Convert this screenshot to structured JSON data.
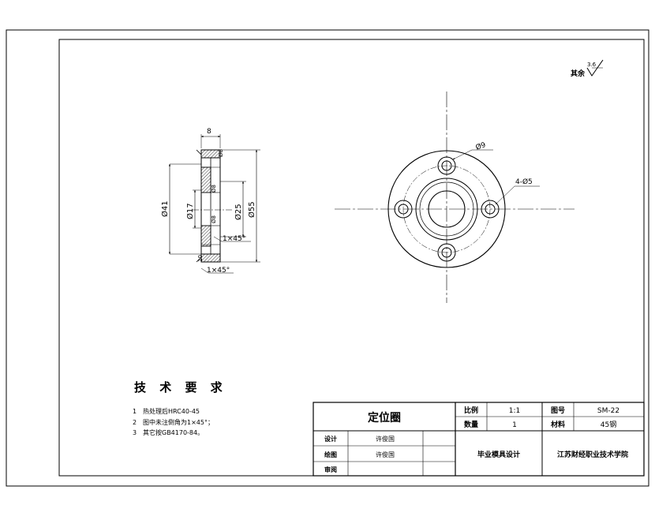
{
  "drawing": {
    "surface_mark": {
      "prefix": "其余",
      "value": "3.6"
    },
    "section_view": {
      "dim_width": "8",
      "dim_hole_small": "Ø8",
      "dim_bore_step": "Ø8",
      "dim_center_mark": "Ø8",
      "dim_outer_41": "Ø41",
      "dim_inner_17": "Ø17",
      "dim_bore_25": "Ø25",
      "dim_outer_55": "Ø55",
      "chamfer_upper": "1×45°",
      "chamfer_lower": "1×45°",
      "dim_flange": "10"
    },
    "front_view": {
      "dim_counterbore": "Ø9",
      "dim_holes": "4-Ø5"
    }
  },
  "requirements": {
    "heading": "技 术 要 求",
    "items": [
      {
        "num": "1",
        "text": "热处理后HRC40-45"
      },
      {
        "num": "2",
        "text": "图中未注倒角为1×45°；"
      },
      {
        "num": "3",
        "text": "其它按GB4170-84。"
      }
    ]
  },
  "title_block": {
    "part_name": "定位圈",
    "scale_label": "比例",
    "scale_value": "1:1",
    "drawing_no_label": "图号",
    "drawing_no_value": "SM-22",
    "qty_label": "数量",
    "qty_value": "1",
    "material_label": "材料",
    "material_value": "45钢",
    "design_label": "设计",
    "design_value": "许俊国",
    "draw_label": "绘图",
    "draw_value": "许俊国",
    "review_label": "审阅",
    "project": "毕业模具设计",
    "school": "江苏财经职业技术学院"
  }
}
